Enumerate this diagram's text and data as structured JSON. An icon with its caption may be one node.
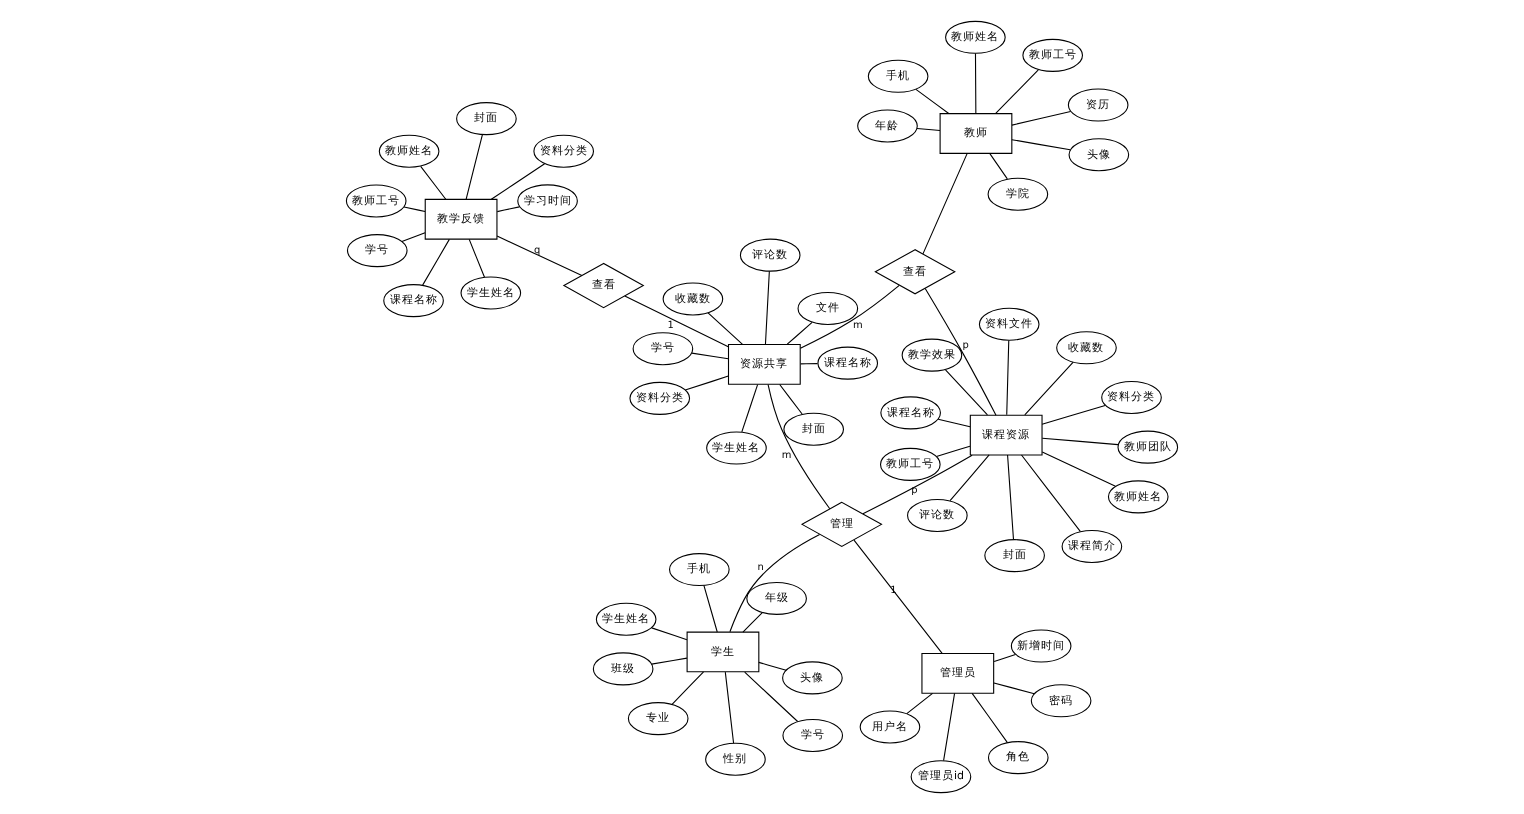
{
  "diagram": {
    "nodes": [
      {
        "text": [
          "学生"
        ]
      },
      {
        "text": [
          "头像"
        ]
      },
      {
        "text": [
          "性别"
        ]
      },
      {
        "text": [
          "手机"
        ]
      },
      {
        "text": [
          "年级"
        ]
      },
      {
        "text": [
          "学生姓名"
        ]
      },
      {
        "text": [
          "班级"
        ]
      },
      {
        "text": [
          "学号"
        ]
      },
      {
        "text": [
          "专业"
        ]
      },
      {
        "text": [
          "管理员"
        ]
      },
      {
        "text": [
          "管理员id"
        ]
      },
      {
        "text": [
          "用户名"
        ]
      },
      {
        "text": [
          "角色"
        ]
      },
      {
        "text": [
          "密码"
        ]
      },
      {
        "text": [
          "新增时间"
        ]
      },
      {
        "text": [
          "管理"
        ]
      },
      {
        "text": [
          "教学反馈"
        ]
      },
      {
        "text": [
          "教师姓名"
        ]
      },
      {
        "text": [
          "学号"
        ]
      },
      {
        "text": [
          "教师工号"
        ]
      },
      {
        "text": [
          "学生姓名"
        ]
      },
      {
        "text": [
          "课程名称"
        ]
      },
      {
        "text": [
          "学习时间"
        ]
      },
      {
        "text": [
          "资料分类"
        ]
      },
      {
        "text": [
          "封面"
        ]
      },
      {
        "text": [
          "资源共享"
        ]
      },
      {
        "text": [
          "文件"
        ]
      },
      {
        "text": [
          "学号"
        ]
      },
      {
        "text": [
          "学生姓名"
        ]
      },
      {
        "text": [
          "封面"
        ]
      },
      {
        "text": [
          "评论数"
        ]
      },
      {
        "text": [
          "课程名称"
        ]
      },
      {
        "text": [
          "资料分类"
        ]
      },
      {
        "text": [
          "收藏数"
        ]
      },
      {
        "text": [
          "查看"
        ]
      },
      {
        "text": [
          "课程资源"
        ]
      },
      {
        "text": [
          "资料分类"
        ]
      },
      {
        "text": [
          "收藏数"
        ]
      },
      {
        "text": [
          "课程名称"
        ]
      },
      {
        "text": [
          "评论数"
        ]
      },
      {
        "text": [
          "资料文件"
        ]
      },
      {
        "text": [
          "教学效果"
        ]
      },
      {
        "text": [
          "教师工号"
        ]
      },
      {
        "text": [
          "教师团队"
        ]
      },
      {
        "text": [
          "教师姓名"
        ]
      },
      {
        "text": [
          "封面"
        ]
      },
      {
        "text": [
          "课程简介"
        ]
      },
      {
        "text": [
          "查看"
        ]
      },
      {
        "text": [
          "教师"
        ]
      },
      {
        "text": [
          "头像"
        ]
      },
      {
        "text": [
          "年龄"
        ]
      },
      {
        "text": [
          "资历"
        ]
      },
      {
        "text": [
          "教师姓名"
        ]
      },
      {
        "text": [
          "手机"
        ]
      },
      {
        "text": [
          "教师工号"
        ]
      },
      {
        "text": [
          "学院"
        ]
      }
    ],
    "edges": [
      {
        "from": 0,
        "to": 1,
        "arrow": "none"
      },
      {
        "from": 0,
        "to": 2,
        "arrow": "none"
      },
      {
        "from": 0,
        "to": 3,
        "arrow": "none"
      },
      {
        "from": 0,
        "to": 4,
        "arrow": "none"
      },
      {
        "from": 0,
        "to": 5,
        "arrow": "none"
      },
      {
        "from": 0,
        "to": 6,
        "arrow": "none"
      },
      {
        "from": 0,
        "to": 7,
        "arrow": "none"
      },
      {
        "from": 0,
        "to": 8,
        "arrow": "none"
      },
      {
        "from": 9,
        "to": 10,
        "arrow": "none"
      },
      {
        "from": 9,
        "to": 11,
        "arrow": "none"
      },
      {
        "from": 9,
        "to": 12,
        "arrow": "none"
      },
      {
        "from": 9,
        "to": 13,
        "arrow": "none"
      },
      {
        "from": 9,
        "to": 14,
        "arrow": "none"
      },
      {
        "from": 16,
        "to": 17,
        "arrow": "none"
      },
      {
        "from": 16,
        "to": 18,
        "arrow": "none"
      },
      {
        "from": 16,
        "to": 19,
        "arrow": "none"
      },
      {
        "from": 16,
        "to": 20,
        "arrow": "none"
      },
      {
        "from": 16,
        "to": 21,
        "arrow": "none"
      },
      {
        "from": 16,
        "to": 22,
        "arrow": "none"
      },
      {
        "from": 16,
        "to": 23,
        "arrow": "none"
      },
      {
        "from": 16,
        "to": 24,
        "arrow": "none"
      },
      {
        "from": 25,
        "to": 26,
        "arrow": "none"
      },
      {
        "from": 25,
        "to": 27,
        "arrow": "none"
      },
      {
        "from": 25,
        "to": 28,
        "arrow": "none"
      },
      {
        "from": 25,
        "to": 29,
        "arrow": "none"
      },
      {
        "from": 25,
        "to": 30,
        "arrow": "none"
      },
      {
        "from": 25,
        "to": 31,
        "arrow": "none"
      },
      {
        "from": 25,
        "to": 32,
        "arrow": "none"
      },
      {
        "from": 25,
        "to": 33,
        "arrow": "none"
      },
      {
        "from": 35,
        "to": 36,
        "arrow": "none"
      },
      {
        "from": 35,
        "to": 37,
        "arrow": "none"
      },
      {
        "from": 35,
        "to": 38,
        "arrow": "none"
      },
      {
        "from": 35,
        "to": 39,
        "arrow": "none"
      },
      {
        "from": 35,
        "to": 40,
        "arrow": "none"
      },
      {
        "from": 35,
        "to": 41,
        "arrow": "none"
      },
      {
        "from": 35,
        "to": 42,
        "arrow": "none"
      },
      {
        "from": 35,
        "to": 43,
        "arrow": "none"
      },
      {
        "from": 35,
        "to": 44,
        "arrow": "none"
      },
      {
        "from": 35,
        "to": 45,
        "arrow": "none"
      },
      {
        "from": 35,
        "to": 46,
        "arrow": "none"
      },
      {
        "from": 48,
        "to": 49,
        "arrow": "none"
      },
      {
        "from": 48,
        "to": 50,
        "arrow": "none"
      },
      {
        "from": 48,
        "to": 51,
        "arrow": "none"
      },
      {
        "from": 48,
        "to": 52,
        "arrow": "none"
      },
      {
        "from": 48,
        "to": 53,
        "arrow": "none"
      },
      {
        "from": 48,
        "to": 54,
        "arrow": "none"
      },
      {
        "from": 48,
        "to": 55,
        "arrow": "none"
      },
      {
        "from": 9,
        "to": 15,
        "arrow": "none",
        "label": "1"
      },
      {
        "from": 0,
        "to": 15,
        "arrow": "none",
        "label": "n"
      },
      {
        "from": 35,
        "to": 15,
        "arrow": "none",
        "label": "p"
      },
      {
        "from": 25,
        "to": 15,
        "arrow": "none",
        "label": "m"
      },
      {
        "from": 25,
        "to": 34,
        "arrow": "none",
        "label": "1"
      },
      {
        "from": 16,
        "to": 34,
        "arrow": "none",
        "label": "q"
      },
      {
        "from": 25,
        "to": 47,
        "arrow": "none",
        "label": "m"
      },
      {
        "from": 35,
        "to": 47,
        "arrow": "none",
        "label": "p"
      },
      {
        "from": 48,
        "to": 47,
        "arrow": "none"
      }
    ]
  }
}
